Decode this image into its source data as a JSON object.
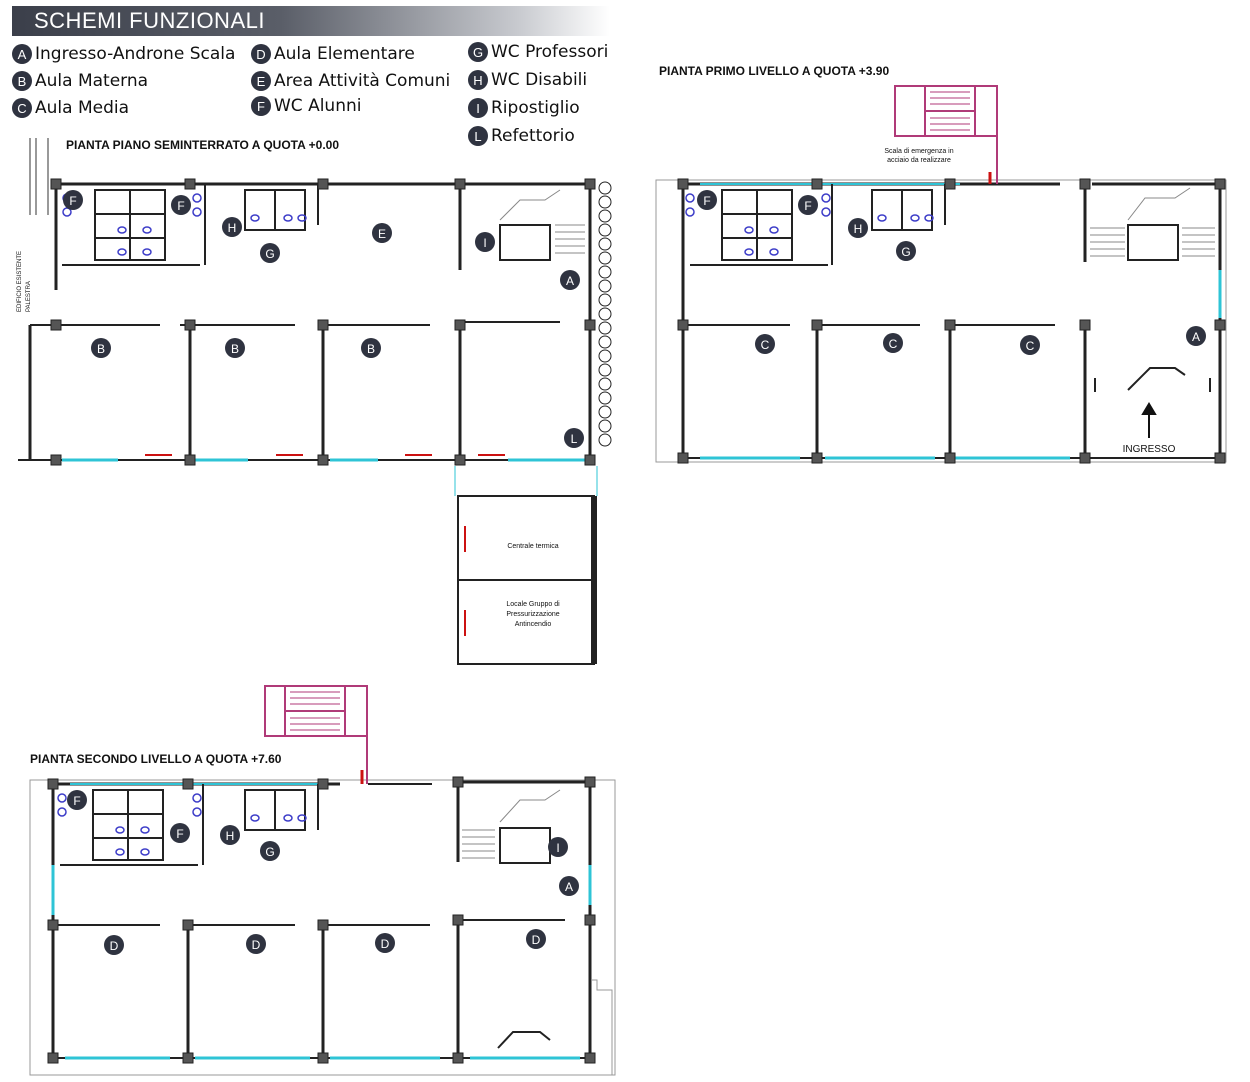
{
  "header": {
    "title": "SCHEMI FUNZIONALI"
  },
  "legend": [
    {
      "key": "A",
      "label": "Ingresso-Androne Scala"
    },
    {
      "key": "B",
      "label": "Aula Materna"
    },
    {
      "key": "C",
      "label": "Aula Media"
    },
    {
      "key": "D",
      "label": "Aula Elementare"
    },
    {
      "key": "E",
      "label": "Area Attività Comuni"
    },
    {
      "key": "F",
      "label": "WC Alunni"
    },
    {
      "key": "G",
      "label": "WC Professori"
    },
    {
      "key": "H",
      "label": "WC Disabili"
    },
    {
      "key": "I",
      "label": "Ripostiglio"
    },
    {
      "key": "L",
      "label": "Refettorio"
    }
  ],
  "plans": {
    "basement": {
      "title": "PIANTA PIANO SEMINTERRATO A QUOTA  +0.00",
      "rooms": [
        "F",
        "F",
        "H",
        "G",
        "E",
        "I",
        "A",
        "B",
        "B",
        "B",
        "L"
      ],
      "notes": {
        "gym_line1": "EDIFICIO ESISTENTE",
        "gym_line2": "PALESTRA",
        "boiler": "Centrale termica",
        "pump_line1": "Locale Gruppo di",
        "pump_line2": "Pressurizzazione",
        "pump_line3": "Antincendio"
      }
    },
    "first": {
      "title": "PIANTA PRIMO LIVELLO A QUOTA  +3.90",
      "rooms": [
        "F",
        "F",
        "H",
        "G",
        "C",
        "C",
        "C",
        "A"
      ],
      "notes": {
        "stair_line1": "Scala di emergenza in",
        "stair_line2": "acciaio da realizzare",
        "entrance": "INGRESSO"
      }
    },
    "second": {
      "title": "PIANTA SECONDO LIVELLO A QUOTA  +7.60",
      "rooms": [
        "F",
        "F",
        "H",
        "G",
        "I",
        "A",
        "D",
        "D",
        "D",
        "D"
      ]
    }
  },
  "colors": {
    "badge": "#2f3340",
    "window": "#2ec4d6",
    "emergency_stair": "#b03a78",
    "door_red": "#cc1111",
    "fixture": "#3c3cc8"
  }
}
